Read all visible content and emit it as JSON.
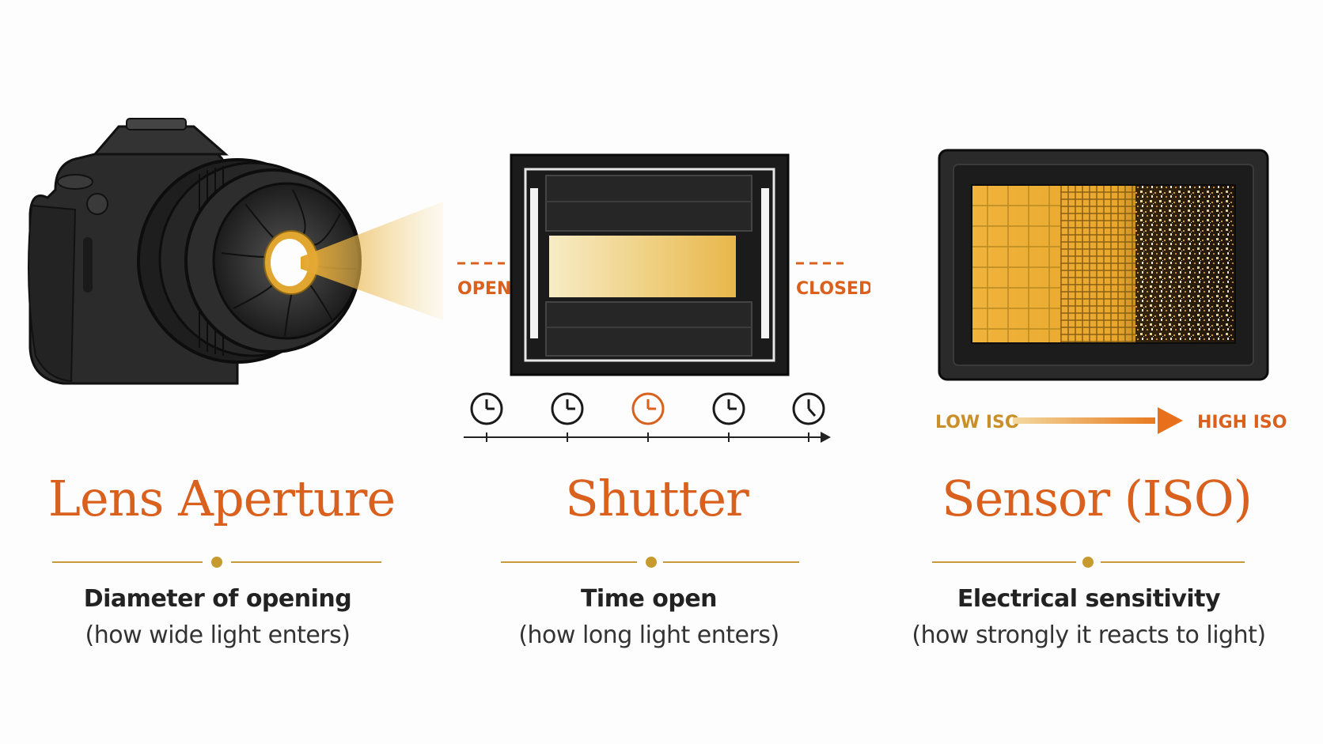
{
  "colors": {
    "accent": "#d9601d",
    "gold": "#c99a3c",
    "text_dark": "#222222",
    "text": "#333333"
  },
  "panels": {
    "aperture": {
      "title": "Lens Aperture",
      "heading": "Diameter of opening",
      "subtext": "(how wide light enters)",
      "icon": "camera-with-aperture"
    },
    "shutter": {
      "title": "Shutter",
      "heading": "Time open",
      "subtext": "(how long light enters)",
      "open_label": "OPEN",
      "closed_label": "CLOSED",
      "clock_count": 5,
      "highlighted_clock": 3,
      "icon": "shutter-curtain"
    },
    "sensor": {
      "title": "Sensor (ISO)",
      "heading": "Electrical sensitivity",
      "subtext": "(how strongly it reacts to light)",
      "low_label": "LOW ISO",
      "high_label": "HIGH ISO",
      "icon": "image-sensor"
    }
  }
}
